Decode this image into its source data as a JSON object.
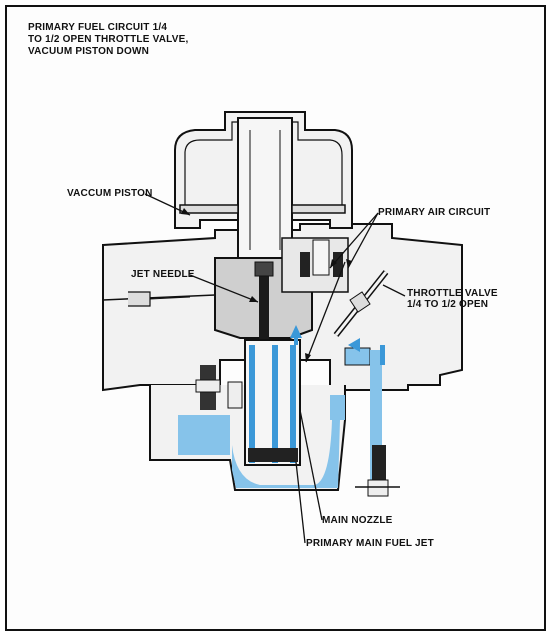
{
  "title_lines": [
    "PRIMARY FUEL CIRCUIT 1/4",
    "TO 1/2 OPEN THROTTLE VALVE,",
    "VACUUM PISTON DOWN"
  ],
  "labels": {
    "vacuum_piston": "VACCUM PISTON",
    "primary_air_circuit": "PRIMARY AIR CIRCUIT",
    "jet_needle": "JET NEEDLE",
    "throttle_valve_line1": "THROTTLE VALVE",
    "throttle_valve_line2": "1/4 TO 1/2 OPEN",
    "main_nozzle": "MAIN NOZZLE",
    "primary_main_fuel_jet": "PRIMARY MAIN FUEL JET"
  },
  "colors": {
    "fuel": "#86c3ea",
    "air": "#3b98d8",
    "body_fill": "#f2f2f2",
    "piston_fill": "#cfcfcf",
    "outline": "#111111"
  }
}
